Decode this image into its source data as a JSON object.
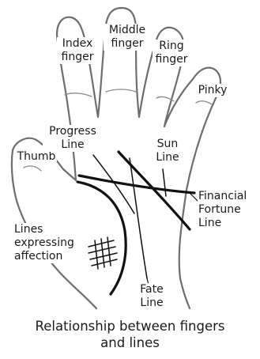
{
  "labels": {
    "index_finger": [
      "Index",
      "finger"
    ],
    "middle_finger": [
      "Middle",
      "finger"
    ],
    "ring_finger": [
      "Ring",
      "finger"
    ],
    "pinky": [
      "Pinky"
    ],
    "thumb": [
      "Thumb"
    ],
    "progress_line": [
      "Progress",
      "Line"
    ],
    "sun_line": [
      "Sun",
      "Line"
    ],
    "financial_fortune_line": [
      "Financial",
      "Fortune",
      "Line"
    ],
    "lines_expressing_affection": [
      "Lines",
      "expressing",
      "affection"
    ],
    "fate_line": [
      "Fate",
      "Line"
    ]
  },
  "caption": [
    "Relationship between fingers",
    "and lines"
  ]
}
